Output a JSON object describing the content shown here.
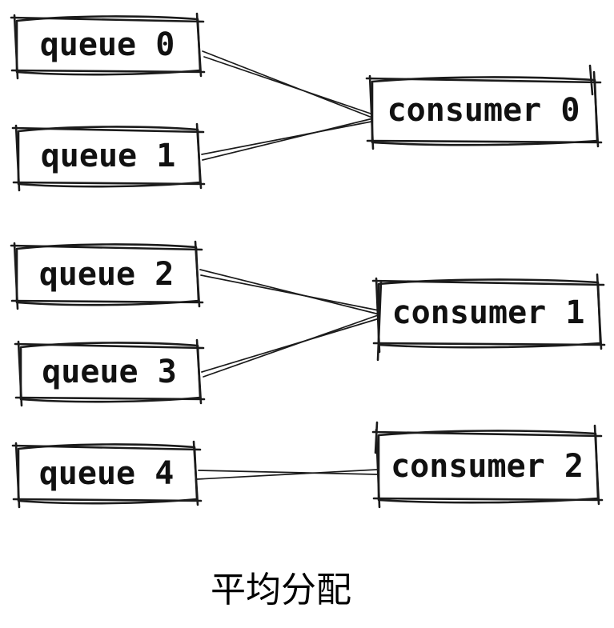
{
  "diagram": {
    "type": "flow-diagram",
    "style": "hand-drawn-sketch",
    "caption": "平均分配",
    "colors": {
      "stroke": "#1b1b1b",
      "text": "#111111",
      "background": "#ffffff"
    },
    "nodes": [
      {
        "id": "queue-0",
        "label": "queue 0",
        "type": "queue"
      },
      {
        "id": "queue-1",
        "label": "queue 1",
        "type": "queue"
      },
      {
        "id": "queue-2",
        "label": "queue 2",
        "type": "queue"
      },
      {
        "id": "queue-3",
        "label": "queue 3",
        "type": "queue"
      },
      {
        "id": "queue-4",
        "label": "queue 4",
        "type": "queue"
      },
      {
        "id": "consumer-0",
        "label": "consumer 0",
        "type": "consumer"
      },
      {
        "id": "consumer-1",
        "label": "consumer 1",
        "type": "consumer"
      },
      {
        "id": "consumer-2",
        "label": "consumer 2",
        "type": "consumer"
      }
    ],
    "edges": [
      {
        "from": "queue-0",
        "to": "consumer-0"
      },
      {
        "from": "queue-1",
        "to": "consumer-0"
      },
      {
        "from": "queue-2",
        "to": "consumer-1"
      },
      {
        "from": "queue-3",
        "to": "consumer-1"
      },
      {
        "from": "queue-4",
        "to": "consumer-2"
      }
    ]
  }
}
